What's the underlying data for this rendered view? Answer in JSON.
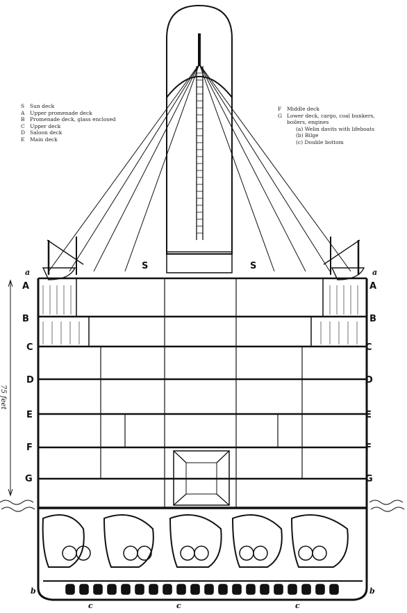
{
  "legend_left": [
    {
      "key": "S",
      "text": "Sun deck"
    },
    {
      "key": "A",
      "text": "Upper promenade deck"
    },
    {
      "key": "B",
      "text": "Promenade deck, glass enclosed"
    },
    {
      "key": "C",
      "text": "Upper deck"
    },
    {
      "key": "D",
      "text": "Saloon deck"
    },
    {
      "key": "E",
      "text": "Main deck"
    }
  ],
  "legend_right": [
    {
      "key": "F",
      "text": "Middle deck"
    },
    {
      "key": "G",
      "text": "Lower deck, cargo, coal bunkers,"
    },
    {
      "key": "",
      "text": "boilers, engines"
    }
  ],
  "legend_right_notes": [
    "(a) Welin davits with lifeboats",
    "(b) Bilge",
    "(c) Double bottom"
  ],
  "deck_letters": [
    "A",
    "B",
    "C",
    "D",
    "E",
    "F",
    "G"
  ],
  "sun_deck_letter": "S",
  "davit_letter": "a",
  "bilge_letter": "b",
  "bottom_letter": "c",
  "scale_label": "75 feet",
  "colors": {
    "ink": "#111111",
    "paper": "#ffffff",
    "sea": "#333333"
  }
}
